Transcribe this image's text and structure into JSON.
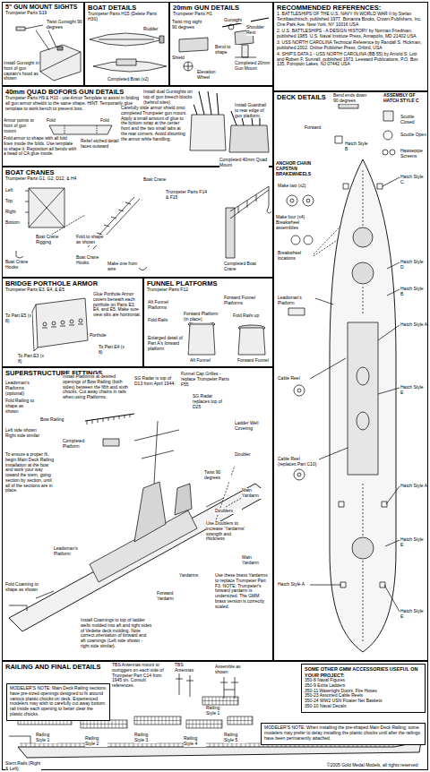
{
  "diagram": {
    "nodes": [
      {
        "text": [
          "5\" GUN MOUNT SIGHTS",
          "Trumpeter Parts S19"
        ]
      },
      {
        "text": [
          "BOAT DETAILS",
          "Trumpeter Parts H15 (Delete Parts H30)"
        ]
      },
      {
        "text": [
          "20mm GUN DETAILS",
          "Trumpeter Parts H1"
        ]
      },
      {
        "text": [
          "RECOMMENDED REFERENCES:",
          "1. BATTLESHIPS OF THE U.S. NAVY IN WORLD WAR II by Stefan Terzibaschitsch, published 1977. Bonanza Books, Crown Publishers, Inc. One Park Ave. New York, NY 10016 USA",
          "2. U.S. BATTLESHIPS - A DESIGN HISTORY by Norman Friedman, published 1985. U.S. Naval Institute Press, Annapolis, MD 21402 USA",
          "3. USS NORTH CAROLINA Technical Reference by Randall S. Hickman, published 2002. Online Publisher Press, Orford, USA",
          "4. SHIP'S DATA 1 - USS NORTH CAROLINA (BB 55) by Arnold S. Lott and Robert F. Sumrall, published 1973, Leeward Publications, P.O. Box 135, Pompton Lakes, NJ 07442 USA"
        ]
      },
      {
        "text": [
          "40mm QUAD BOFORS GUN DETAILS",
          "Trumpeter Parts H9 & H10 - use Armor Template to assist in folding all gun armor shields to the same shape. HINT: Temporarily glue template to work bench to prevent loss."
        ]
      },
      {
        "text": [
          "DECK DETAILS"
        ]
      },
      {
        "text": [
          "BOAT CRANES",
          "Trumpeter Parts G1, G2, D12, & H4"
        ]
      },
      {
        "text": [
          "BRIDGE PORTHOLE ARMOR",
          "Trumpeter Parts E3, E4, & E5"
        ]
      },
      {
        "text": [
          "FUNNEL PLATFORMS",
          "Trumpeter Parts F12"
        ]
      },
      {
        "text": [
          "SUPERSTRUCTURE FITTINGS"
        ]
      },
      {
        "text": [
          "RAILING AND FINAL DETAILS"
        ]
      },
      {
        "text": [
          "MODELER'S NOTE: Main Deck Railing sections have pre-sized openings designed to fit around various plastic chocks on deck. Experienced modelers may wish to carefully cut away bottom rail inside each opening to better clear the plastic chocks."
        ],
        "in": 10
      },
      {
        "text": [
          "SOME OTHER GMM ACCESSORIES USEFUL ON YOUR PROJECT:",
          "350-8 Naval Figures",
          "350-9 Extra Ladders",
          "350-11 Watertight Doors, Fire Hoses",
          "350-23 Assorted Cable Reels",
          "350-24 WW2 USN Floater Net Baskets",
          "350-10 Naval Decals"
        ],
        "in": 10
      },
      {
        "text": [
          "MODELER'S NOTE: When installing the pre-shaped Main Deck Railing, some modelers may prefer to delay installing the plastic chocks until after the railings have been permanently attached."
        ],
        "in": 10
      }
    ],
    "labels": [
      "Twist Gunsight 90 degrees",
      "Install Gunsight in front of gun captain's hood as shown",
      "Rudder",
      "Completed Boat (x2)",
      "Twist ring sight 90 degrees",
      "Gunsight",
      "Shoulder Rest",
      "Shield",
      "Bend to shape",
      "Elevation Wheel",
      "Completed 20mm Gun Mount",
      "Armor points to front of gun mount",
      "Fold armor to shape with all fold lines inside the folds. Use template to shape it. Reposition all bends with a bead of CA glue inside.",
      "Fold",
      "Fold",
      "Relief etched detail faces outward",
      "Carefully slide armor shield onto completed Trumpeter gun mount. Apply a small amount of glue to the bottom strap at the center front and the two small tabs at the rear corners. Avoid distorting the armor while handling.",
      "Install dual Gunsights on top of gun breech blocks (behind sites)",
      "Install Guardrail to rear edge of gun platform.",
      "Completed 40mm Quad Mount",
      "Bend ends down 90 degrees",
      "ASSEMBLY OF HATCH STYLE C",
      "Scuttle Closed",
      "Forward",
      "Scuttle Open",
      "Hatch Style B",
      "Hawsepipe Screens",
      "ANCHOR CHAIN CAPSTAN BRAKEWHEELS",
      "Make two (x2)",
      "Hatch Style C",
      "Make four (x4) Breakwheel assemblies",
      "Breakwheel locations",
      "Hatch Style D",
      "Hatch Style B",
      "Leadsman's Platform",
      "Hatch Style A",
      "Cable Reel",
      "Hatch Style E",
      "Cable Reel (replaces Part C10)",
      "Hatch Style A",
      "Hatch Style E",
      "Hatch Style A",
      "Hatch Style E",
      "Left",
      "Top",
      "Right",
      "Bottom",
      "Boat Crane Rigging",
      "Boat Crane Hooks",
      "Fold to shape as shown",
      "Boat Crane Hooks",
      "Make one from wire",
      "Boat Crane",
      "Trumpeter Parts F14 & F15",
      "Completed Boat Crane",
      "Glue Porthole Armor covers beneath each porthole on Parts E3, E4, and E5. Make sure view slits are horizontal.",
      "To Part E5 (x 8)",
      "Porthole",
      "To Part E4 (x 8)",
      "To Part E3 (x 8)",
      "Aft Funnel Platforms",
      "Forward Funnel Platforms",
      "Fold Rails",
      "Fold Rails up",
      "Enlarged detail of Part A's forward platform",
      "Forward Platform (in place)",
      "Aft Funnel",
      "Forward Funnel",
      "Leadsman's Platforms (optional)",
      "Fold Railing to shape as shown",
      "Bow Railing",
      "Install Platforms at desired openings of Bow Railing (both sides) between the fifth and sixth chocks. Cut away chains in rails when using Platforms.",
      "Left side shown Right side similar",
      "Completed Platform",
      "To ensure a proper fit, begin Main Deck Railing installation at the bow and work your way toward the stern, going section by section, until all of the sections are in place.",
      "SG Radar is top of D13 from April 1944.",
      "Funnel Cap Grilles - replace Trumpeter Parts F55",
      "SG Radar replaces top of D25",
      "Ladder Well Covering",
      "Twist 90 degrees",
      "Doubler",
      "Doublers",
      "Use Doublers to increase 'Yardarms' strength and thickness",
      "Main Yardarm",
      "Yardarms",
      "Forward Yardarm",
      "Leadsman's Platform",
      "Fold Coaming to shape as shown",
      "Install Coamings to top of ladder wells molded into aft and right sides of Vedette deck molding. Note correct orientation of forward and aft coamings (Left side shown - right side similar).",
      "Use these brass Yardarms to replace Trumpeter Part F3. NOTE: Trumpeter's forward yardarm is undersized. The GMM brass version is correctly scaled.",
      "Main Yardarm",
      "TBS Antennas mount to outriggers on each side of Trumpeter Part C14 from 1945 on. Consult references.",
      "TBS Antennas",
      "Assemble as shown",
      "Stern Rails (Right & Left)",
      "Railing Style 1",
      "Railing Style 2",
      "Railing Style 3",
      "Railing Style 4",
      "Railing Style 5",
      "Railing Style 1",
      "©2005 Gold Medal Models, all rights reserved"
    ]
  }
}
